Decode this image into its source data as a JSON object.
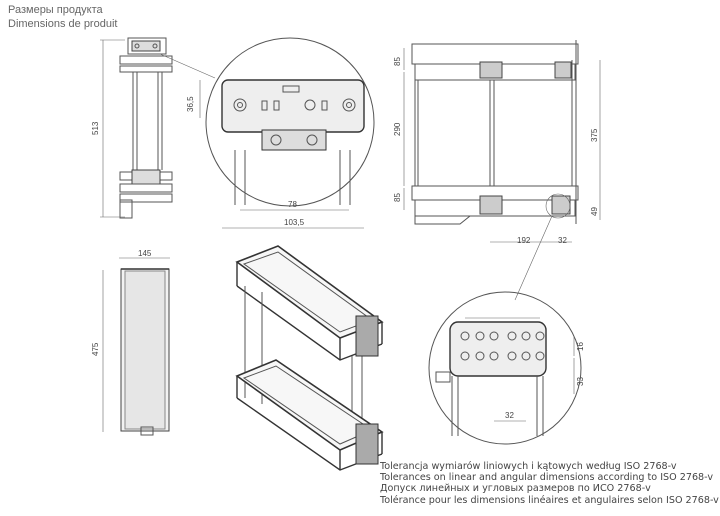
{
  "header": {
    "title_ru": "Размеры продукта",
    "title_fr": "Dimensions de produit"
  },
  "dimensions": {
    "height_total": "513",
    "detail_height": "36,5",
    "detail_width_inner": "78",
    "detail_width_outer": "103,5",
    "top_shelf_offset": "85",
    "shelf_spacing": "290",
    "bottom_shelf_offset": "85",
    "overall_depth": "375",
    "bottom_gap": "49",
    "depth": "192",
    "rear_offset": "32",
    "width": "145",
    "cabinet_height": "475",
    "hole_spacing": "32",
    "hole_vertical": "16",
    "hole_height": "33"
  },
  "tolerances": [
    "Tolerancja wymiarów liniowych i kątowych według ISO 2768-v",
    "Tolerances on linear and angular dimensions according to ISO 2768-v",
    "Допуск линейных и угловых размеров по ИСО 2768-v",
    "Tolérance pour les dimensions linéaires et angulaires selon ISO 2768-v"
  ]
}
